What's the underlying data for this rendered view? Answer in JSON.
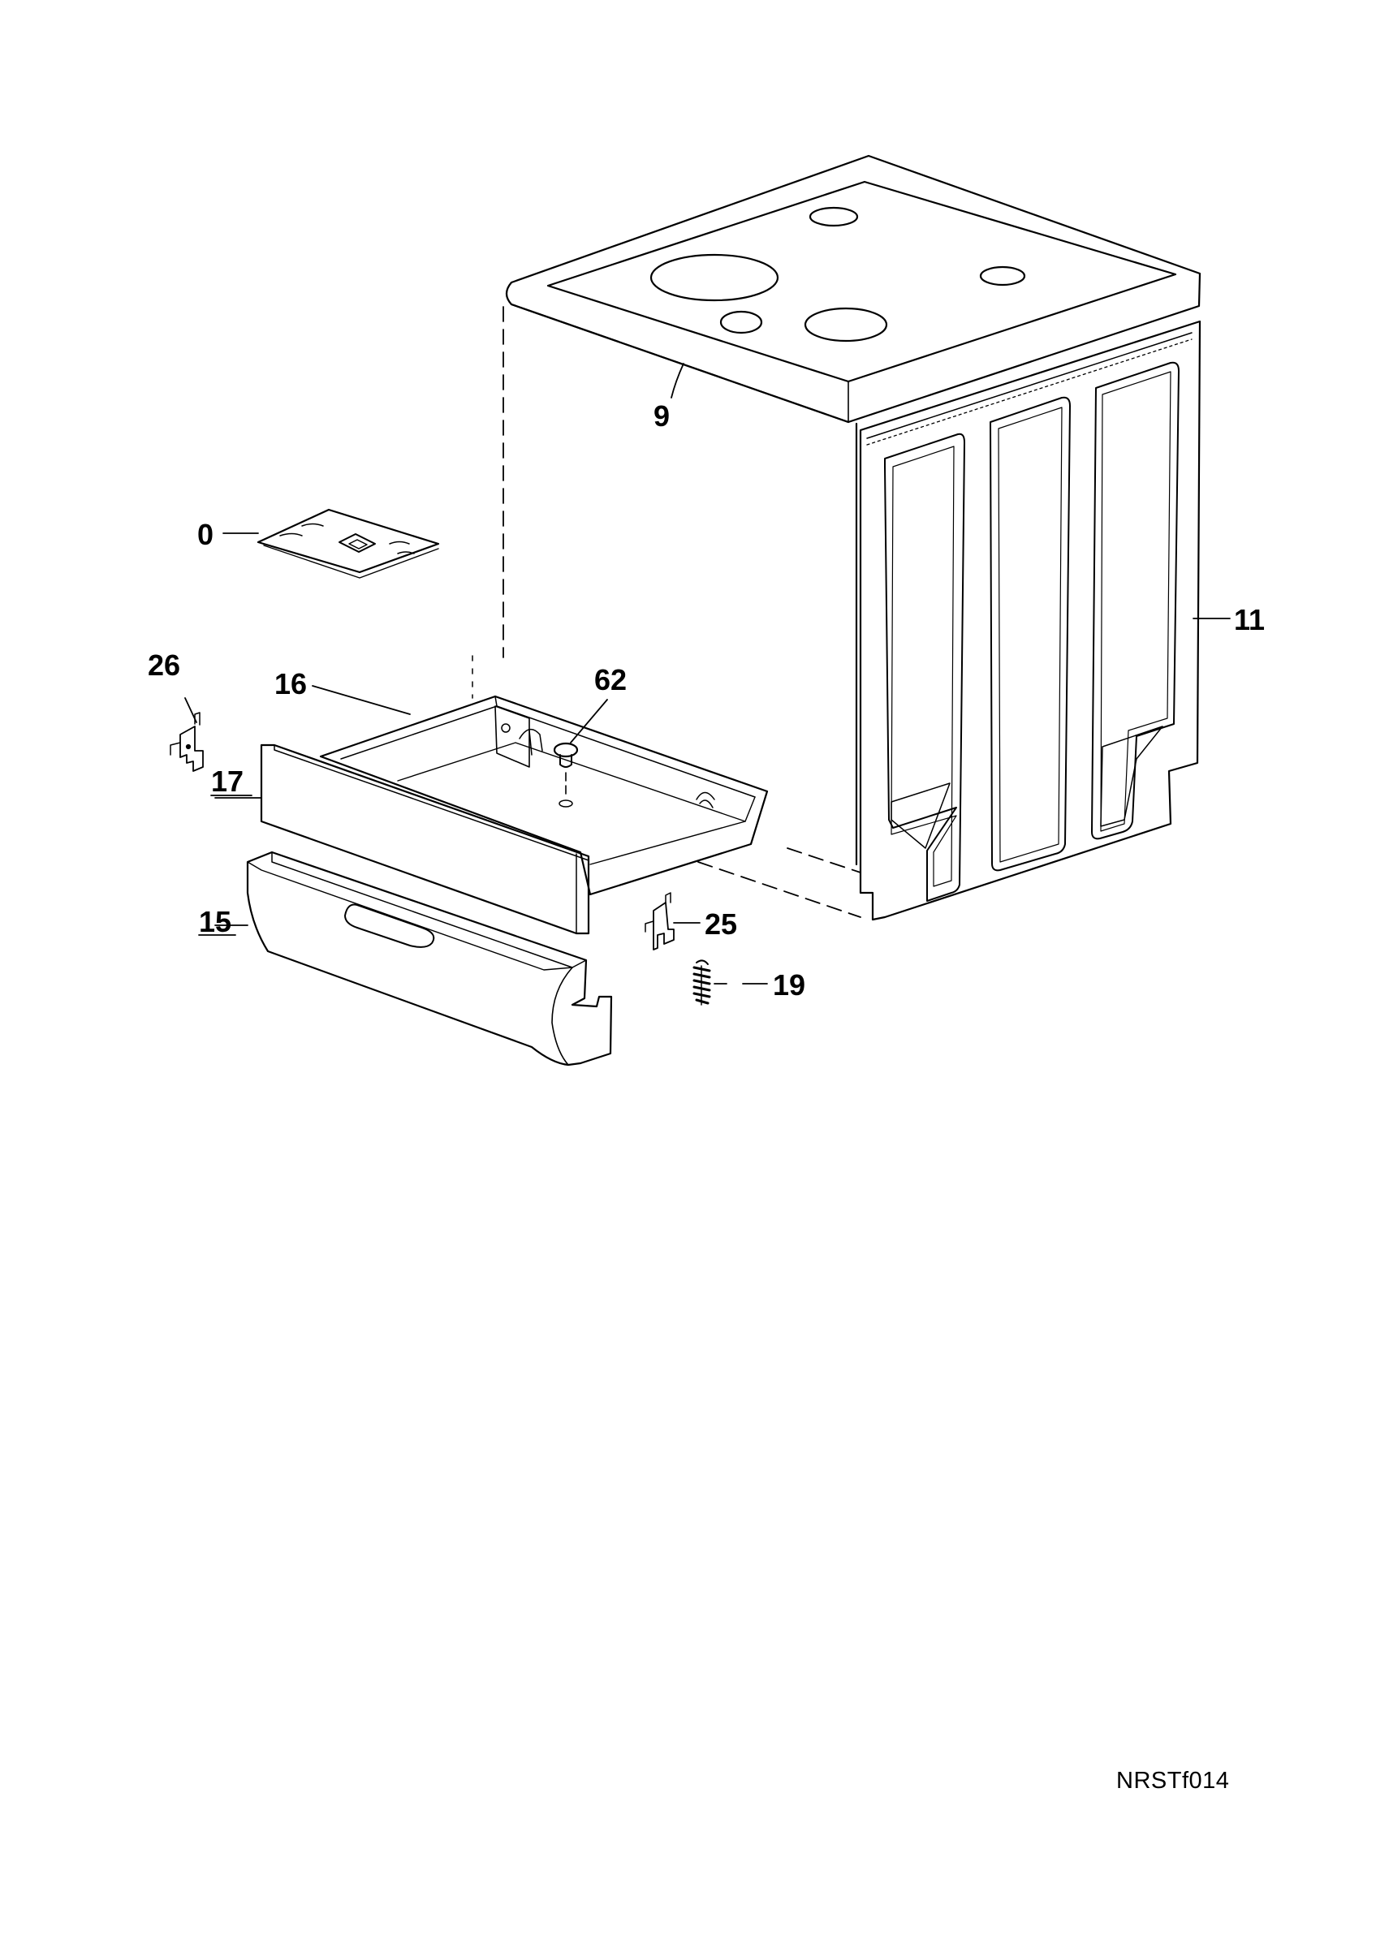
{
  "diagram": {
    "figure_code": "NRSTf014",
    "callouts": {
      "c0": "0",
      "c9": "9",
      "c11": "11",
      "c15": "15",
      "c16": "16",
      "c17": "17",
      "c19": "19",
      "c25": "25",
      "c26": "26",
      "c62": "62"
    }
  }
}
